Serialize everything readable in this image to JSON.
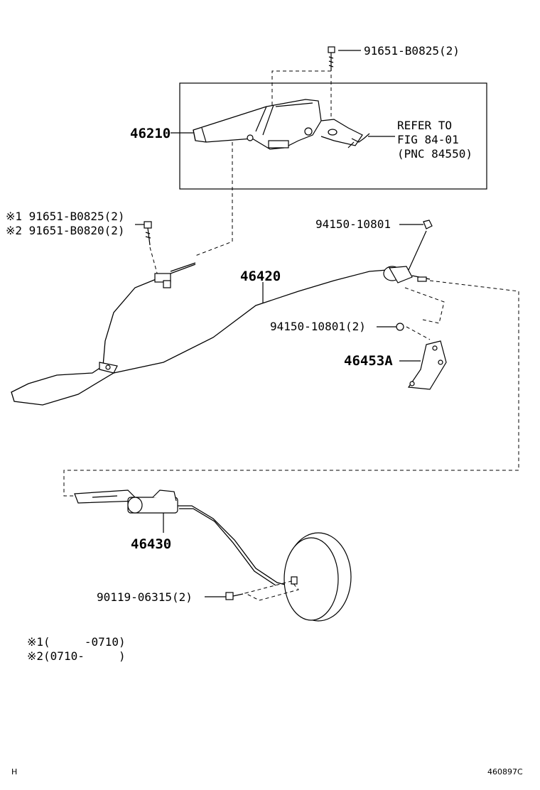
{
  "callouts": {
    "bolt_top": "91651-B0825(2)",
    "lever_part": "46210",
    "refer_line1": "REFER TO",
    "refer_line2": "FIG 84-01",
    "refer_line3": "(PNC 84550)",
    "bolt_left_1": "※1 91651-B0825(2)",
    "bolt_left_2": "※2 91651-B0820(2)",
    "clip_top": "94150-10801",
    "front_cable": "46420",
    "clip_mid": "94150-10801(2)",
    "bracket": "46453A",
    "rear_cable": "46430",
    "bolt_bottom": "90119-06315(2)"
  },
  "notes": {
    "note1": "※1(     -0710)",
    "note2": "※2(0710-     )"
  },
  "footer": {
    "left_mark": "H",
    "figure_code": "460897C"
  }
}
